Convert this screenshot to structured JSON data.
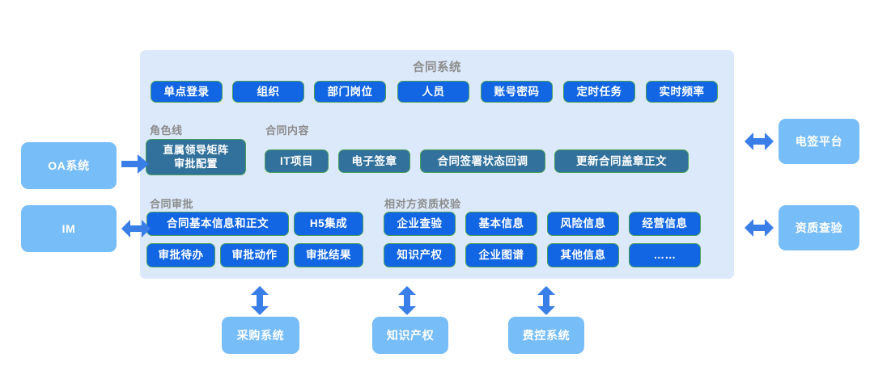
{
  "diagram": {
    "title": "合同系统",
    "main_panel_name": "合同系统"
  },
  "top_row": {
    "items": [
      {
        "label": "单点登录"
      },
      {
        "label": "组织"
      },
      {
        "label": "部门岗位"
      },
      {
        "label": "人员"
      },
      {
        "label": "账号密码"
      },
      {
        "label": "定时任务"
      },
      {
        "label": "实时频率"
      }
    ]
  },
  "role_line_panel": {
    "title": "角色线",
    "items": [
      {
        "label": "直属领导矩阵\n审批配置",
        "line1": "直属领导矩阵",
        "line2": "审批配置"
      }
    ]
  },
  "contract_content_panel": {
    "title": "合同内容",
    "items": [
      {
        "label": "IT项目"
      },
      {
        "label": "电子签章"
      },
      {
        "label": "合同签署状态回调"
      },
      {
        "label": "更新合同盖章正文"
      }
    ]
  },
  "contract_approval_panel": {
    "title": "合同审批",
    "items": [
      {
        "label": "合同基本信息和正文"
      },
      {
        "label": "H5集成"
      },
      {
        "label": "审批待办"
      },
      {
        "label": "审批动作"
      },
      {
        "label": "审批结果"
      }
    ]
  },
  "counterparty_panel": {
    "title": "相对方资质校验",
    "items": [
      {
        "label": "企业查验"
      },
      {
        "label": "基本信息"
      },
      {
        "label": "风险信息"
      },
      {
        "label": "经营信息"
      },
      {
        "label": "知识产权"
      },
      {
        "label": "企业图谱"
      },
      {
        "label": "其他信息"
      },
      {
        "label": "……"
      }
    ]
  },
  "left_systems": [
    {
      "label": "OA系统",
      "arrow": "arrow-right"
    },
    {
      "label": "IM",
      "arrow": "arrow-left-right"
    }
  ],
  "right_systems": [
    {
      "label": "电签平台",
      "arrow": "arrow-left-right"
    },
    {
      "label": "资质查验",
      "arrow": "arrow-left-right"
    }
  ],
  "bottom_systems": [
    {
      "label": "采购系统",
      "arrow": "arrow-up-down"
    },
    {
      "label": "知识产权",
      "arrow": "arrow-up-down"
    },
    {
      "label": "费控系统",
      "arrow": "arrow-up-down"
    }
  ],
  "colors": {
    "panel_background": "#dce9fa",
    "pill_blue": "#1266e3",
    "pill_steel": "#31719c",
    "pill_border_green": "#4aa05a",
    "system_box_blue": "#77bdf7",
    "arrow_blue": "#3a7ee8",
    "title_gray": "#8c8c8c"
  }
}
